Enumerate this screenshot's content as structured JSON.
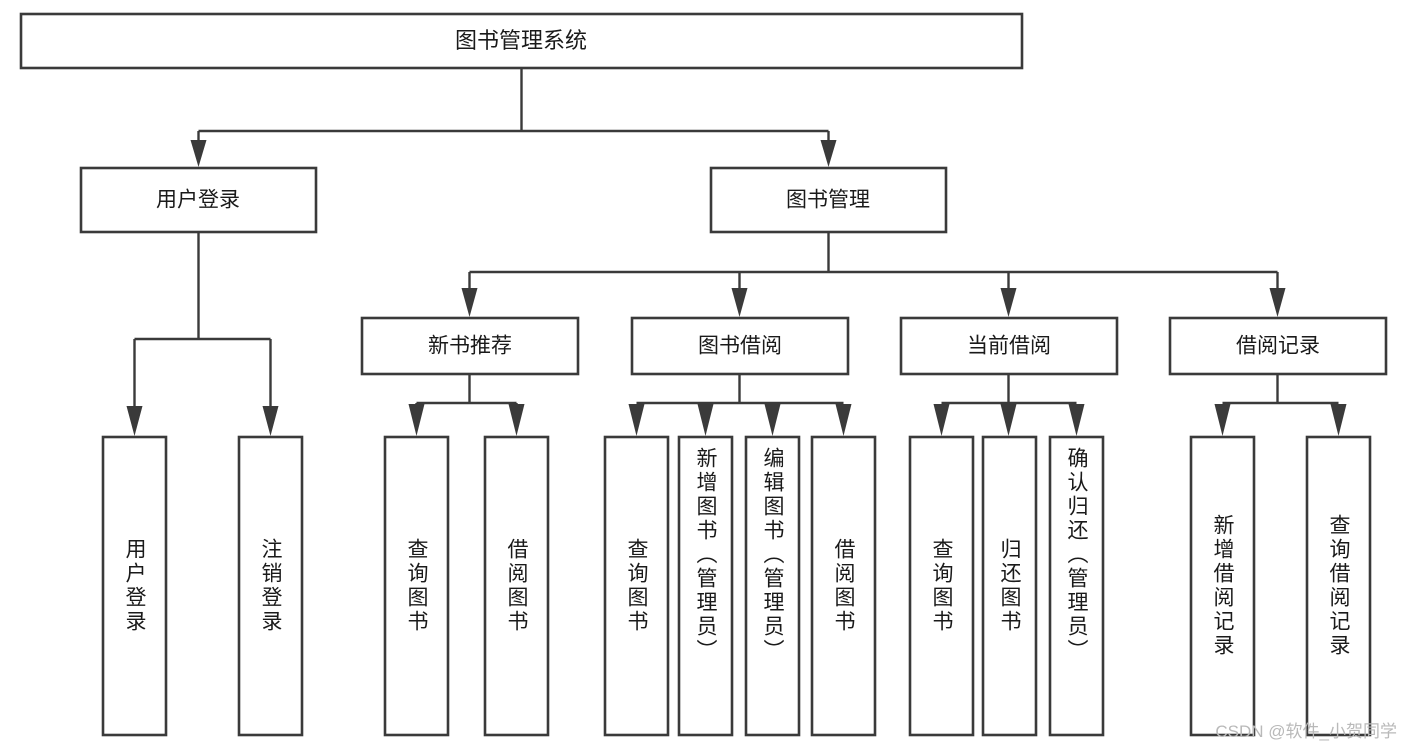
{
  "diagram": {
    "title": "图书管理系统",
    "type": "tree-hierarchy",
    "root": {
      "label": "图书管理系统"
    },
    "level2": [
      {
        "id": "user-login",
        "label": "用户登录"
      },
      {
        "id": "book-management",
        "label": "图书管理"
      }
    ],
    "level3": [
      {
        "id": "new-book-recommend",
        "label": "新书推荐",
        "parent": "book-management"
      },
      {
        "id": "book-borrow",
        "label": "图书借阅",
        "parent": "book-management"
      },
      {
        "id": "current-borrow",
        "label": "当前借阅",
        "parent": "book-management"
      },
      {
        "id": "borrow-record",
        "label": "借阅记录",
        "parent": "book-management"
      }
    ],
    "leaves": [
      {
        "id": "leaf-user-login",
        "label": "用户登录",
        "parent": "user-login"
      },
      {
        "id": "leaf-logout-login",
        "label": "注销登录",
        "parent": "user-login"
      },
      {
        "id": "leaf-query-book-1",
        "label": "查询图书",
        "parent": "new-book-recommend"
      },
      {
        "id": "leaf-borrow-book-1",
        "label": "借阅图书",
        "parent": "new-book-recommend"
      },
      {
        "id": "leaf-query-book-2",
        "label": "查询图书",
        "parent": "book-borrow"
      },
      {
        "id": "leaf-add-book",
        "label": "新增图书（管理员）",
        "parent": "book-borrow"
      },
      {
        "id": "leaf-edit-book",
        "label": "编辑图书（管理员）",
        "parent": "book-borrow"
      },
      {
        "id": "leaf-borrow-book-2",
        "label": "借阅图书",
        "parent": "book-borrow"
      },
      {
        "id": "leaf-query-book-3",
        "label": "查询图书",
        "parent": "current-borrow"
      },
      {
        "id": "leaf-return-book",
        "label": "归还图书",
        "parent": "current-borrow"
      },
      {
        "id": "leaf-confirm-return",
        "label": "确认归还（管理员）",
        "parent": "current-borrow"
      },
      {
        "id": "leaf-add-record",
        "label": "新增借阅记录",
        "parent": "borrow-record"
      },
      {
        "id": "leaf-query-record",
        "label": "查询借阅记录",
        "parent": "borrow-record"
      }
    ],
    "colors": {
      "box_stroke": "#3a3a3a",
      "box_fill": "#ffffff",
      "connector": "#3a3a3a",
      "text": "#1a1a1a",
      "background": "#ffffff",
      "watermark": "#b9b9b9"
    }
  },
  "watermark": {
    "text": "CSDN @软件_小贺同学"
  }
}
